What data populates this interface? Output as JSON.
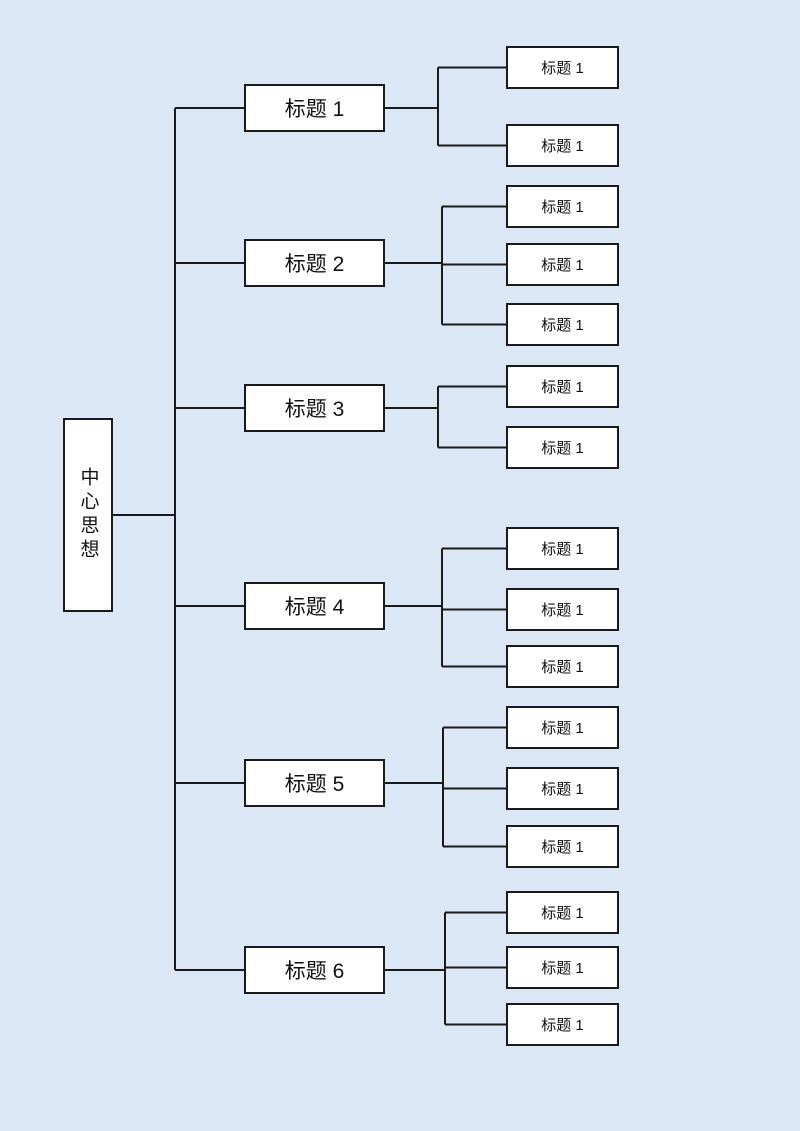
{
  "diagram": {
    "type": "mindmap-tree",
    "background_color": "#dbe7f4",
    "node_fill_color": "#ffffff",
    "line_color": "#1a1a1a",
    "root": {
      "label": "中心思想"
    },
    "branches": [
      {
        "label": "标题 1",
        "children": [
          "标题 1",
          "标题 1"
        ]
      },
      {
        "label": "标题 2",
        "children": [
          "标题 1",
          "标题 1",
          "标题 1"
        ]
      },
      {
        "label": "标题 3",
        "children": [
          "标题 1",
          "标题 1"
        ]
      },
      {
        "label": "标题 4",
        "children": [
          "标题 1",
          "标题 1",
          "标题 1"
        ]
      },
      {
        "label": "标题 5",
        "children": [
          "标题 1",
          "标题 1",
          "标题 1"
        ]
      },
      {
        "label": "标题 6",
        "children": [
          "标题 1",
          "标题 1",
          "标题 1"
        ]
      }
    ]
  }
}
